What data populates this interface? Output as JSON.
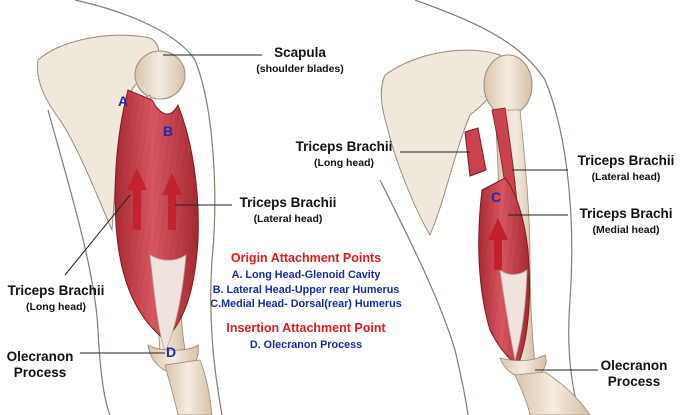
{
  "labels": {
    "scapula": {
      "title": "Scapula",
      "sub": "(shoulder blades)"
    },
    "left_lateral": {
      "title": "Triceps Brachii",
      "sub": "(Lateral head)"
    },
    "left_long": {
      "title": "Triceps Brachii",
      "sub": "(Long head)"
    },
    "left_olecranon": {
      "title": "Olecranon",
      "sub": "Process"
    },
    "right_long": {
      "title": "Triceps Brachii",
      "sub": "(Long head)"
    },
    "right_lateral": {
      "title": "Triceps Brachii",
      "sub": "(Lateral head)"
    },
    "right_medial": {
      "title": "Triceps Brachi",
      "sub": "(Medial head)"
    },
    "right_olecranon": {
      "title": "Olecranon",
      "sub": "Process"
    }
  },
  "markers": {
    "a": "A",
    "b": "B",
    "c": "C",
    "d": "D"
  },
  "legend": {
    "origin_heading": "Origin Attachment Points",
    "origin_items": [
      "A. Long Head-Glenoid Cavity",
      "B. Lateral Head-Upper rear Humerus",
      "C.Medial Head- Dorsal(rear) Humerus"
    ],
    "insertion_heading": "Insertion Attachment Point",
    "insertion_items": [
      "D. Olecranon Process"
    ]
  },
  "colors": {
    "origin_heading": "#e11b1b",
    "items": "#1a29a8",
    "muscle": "#c9424d",
    "bone": "#efe2d2",
    "tendon": "#f1e6e2"
  }
}
